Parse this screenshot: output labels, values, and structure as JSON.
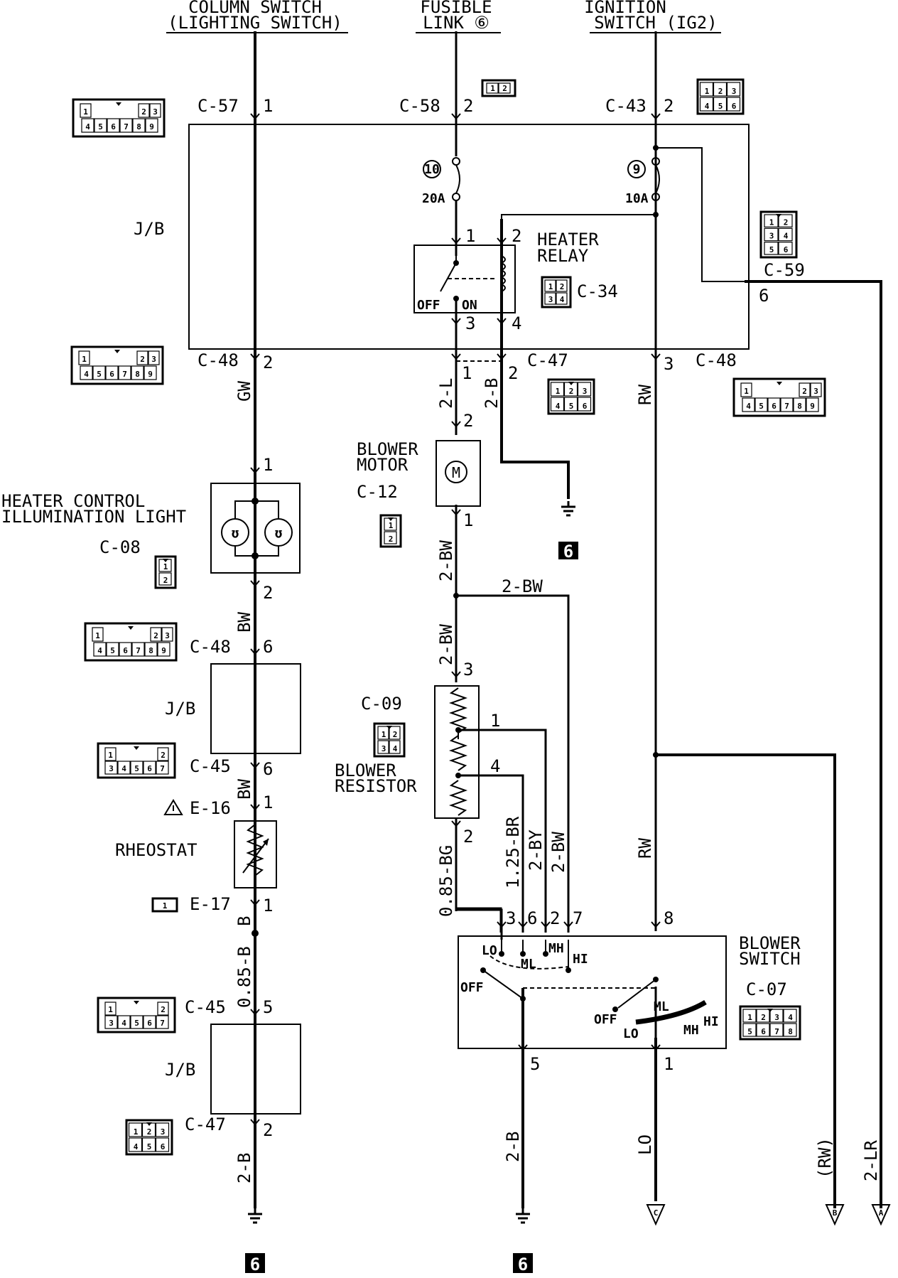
{
  "sources": {
    "column_switch": [
      "COLUMN SWITCH",
      "(LIGHTING SWITCH)"
    ],
    "fusible_link": [
      "FUSIBLE",
      "LINK ⑥"
    ],
    "ignition_switch": [
      "IGNITION",
      "SWITCH (IG2)"
    ]
  },
  "connectors": {
    "c57": "C-57",
    "c58": "C-58",
    "c43": "C-43",
    "c59": "C-59",
    "c34": "C-34",
    "c48": "C-48",
    "c47": "C-47",
    "c12": "C-12",
    "c08": "C-08",
    "c09": "C-09",
    "c45": "C-45",
    "c07": "C-07",
    "e16": "E-16",
    "e17": "E-17"
  },
  "pins": [
    "1",
    "2",
    "3",
    "4",
    "5",
    "6",
    "7",
    "8"
  ],
  "fuses": {
    "f10": {
      "no": "10",
      "rating": "20A"
    },
    "f9": {
      "no": "9",
      "rating": "10A"
    }
  },
  "components": {
    "jb": "J/B",
    "heater_relay": [
      "HEATER",
      "RELAY"
    ],
    "blower_motor": [
      "BLOWER",
      "MOTOR"
    ],
    "heater_control_light": [
      "HEATER CONTROL",
      "ILLUMINATION LIGHT"
    ],
    "rheostat": "RHEOSTAT",
    "blower_resistor": [
      "BLOWER",
      "RESISTOR"
    ],
    "blower_switch": [
      "BLOWER",
      "SWITCH"
    ]
  },
  "relay_positions": {
    "off": "OFF",
    "on": "ON"
  },
  "switch_positions": {
    "lo": "LO",
    "ml": "ML",
    "mh": "MH",
    "hi": "HI",
    "off": "OFF"
  },
  "wires": {
    "gw": "GW",
    "bw": "BW",
    "b": "B",
    "b085": "0.85-B",
    "b2": "2-B",
    "l2": "2-L",
    "bw2": "2-BW",
    "rw": "RW",
    "bg085": "0.85-BG",
    "br125": "1.25-BR",
    "by2": "2-BY",
    "lo": "LO",
    "rw_paren": "(RW)",
    "lr2": "2-LR"
  },
  "ground": "6",
  "continuation": {
    "a": "A",
    "b": "B",
    "c": "C"
  },
  "connector_faces": {
    "ten": [
      "1",
      "",
      "2",
      "3",
      "4",
      "5",
      "6",
      "7",
      "8",
      "9"
    ],
    "c43": [
      "1",
      "2",
      "3",
      "4",
      "5",
      "6"
    ],
    "c59": [
      "1",
      "2",
      "3",
      "4",
      "5",
      "6"
    ],
    "c34": [
      "1",
      "2",
      "3",
      "4"
    ],
    "c09": [
      "1",
      "2",
      "3",
      "4"
    ],
    "c45": [
      "1",
      "",
      "2",
      "3",
      "4",
      "5",
      "6",
      "7"
    ],
    "c07": [
      "1",
      "2",
      "3",
      "4",
      "5",
      "6",
      "7",
      "8"
    ],
    "c2": [
      "1",
      "2"
    ],
    "e17": "1"
  }
}
